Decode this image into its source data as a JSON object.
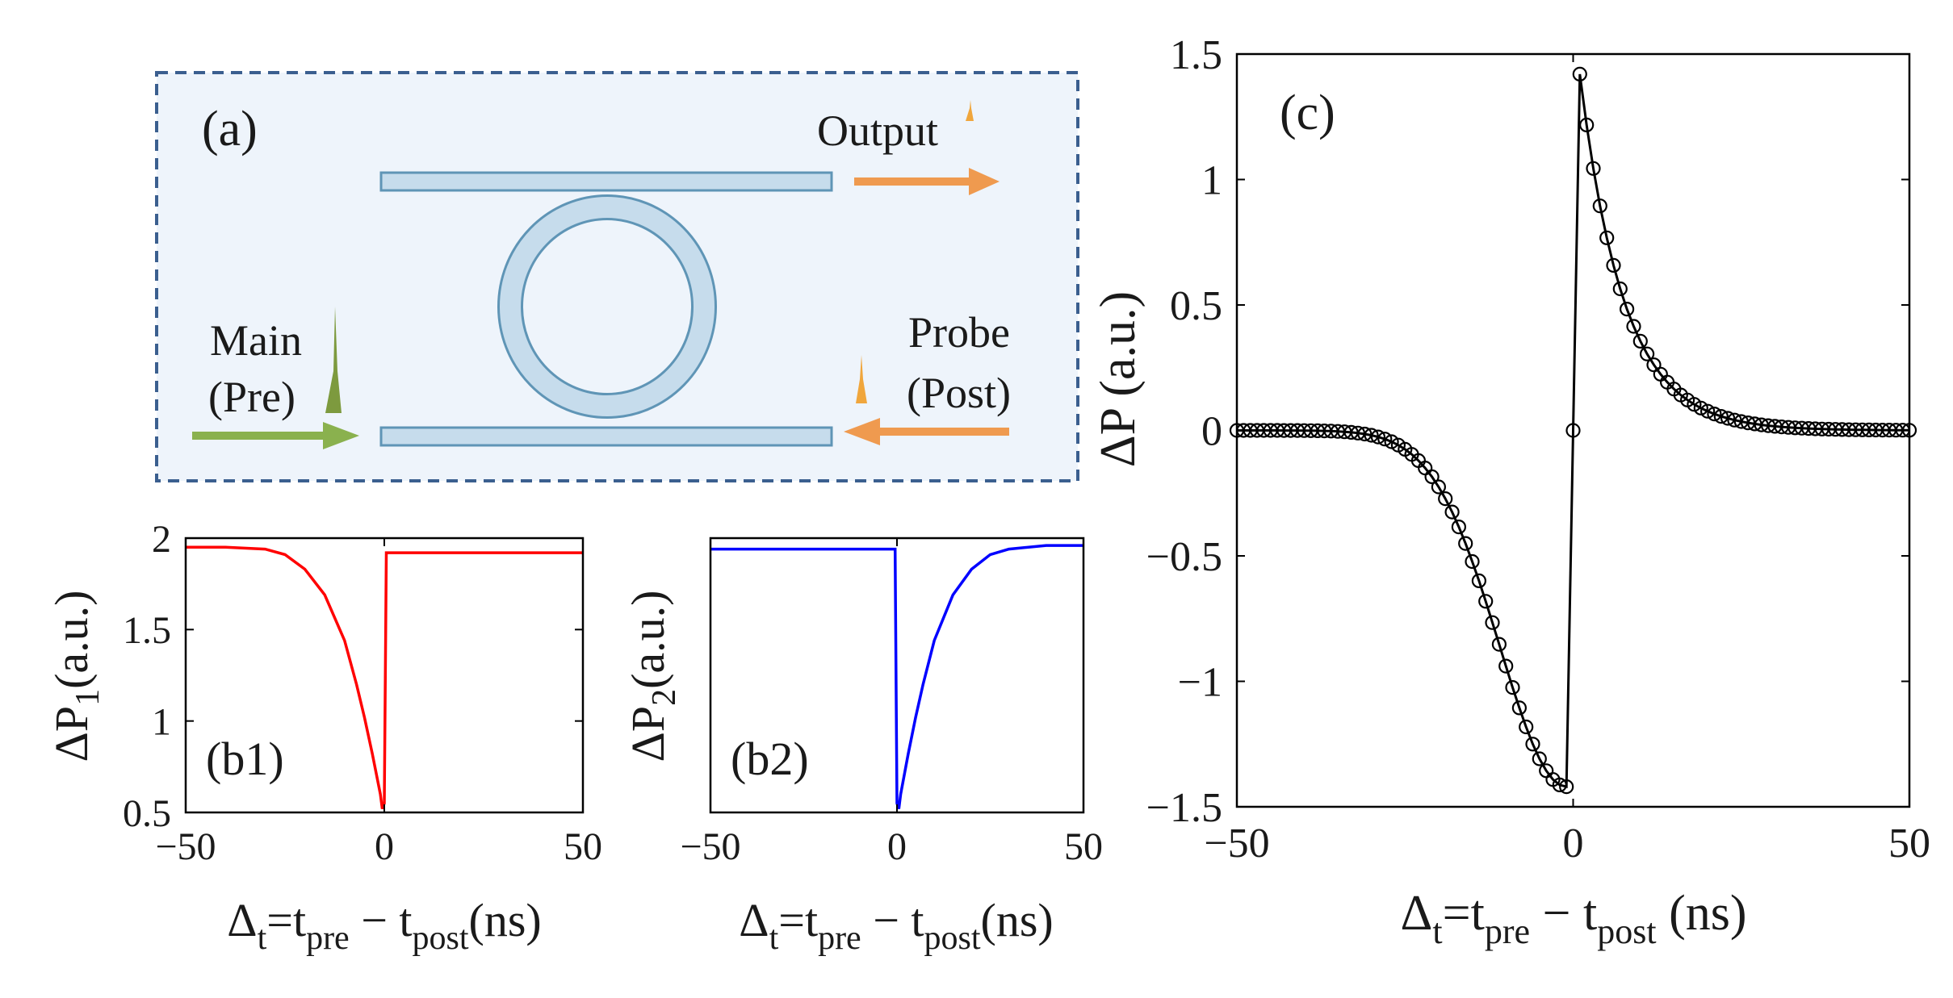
{
  "diagram": {
    "panel_label": "(a)",
    "output_label": "Output",
    "main_label_line1": "Main",
    "main_label_line2": "(Pre)",
    "probe_label_line1": "Probe",
    "probe_label_line2": "(Post)",
    "colors": {
      "border": "#3b5f8f",
      "waveguide_fill": "#c6dcec",
      "waveguide_stroke": "#5f95b6",
      "main_arrow": "#8ab14e",
      "probe_arrow": "#ef9a4f"
    }
  },
  "chart_data": [
    {
      "id": "b1",
      "type": "line",
      "panel_label": "(b1)",
      "ylabel": "ΔP_1(a.u.)",
      "xlabel": "Δ_t=t_pre − t_post(ns)",
      "xlim": [
        -50,
        50
      ],
      "ylim": [
        0.5,
        2
      ],
      "xticks": [
        -50,
        0,
        50
      ],
      "yticks": [
        0.5,
        1,
        1.5,
        2
      ],
      "xtick_labels": [
        "−50",
        "0",
        "50"
      ],
      "ytick_labels": [
        "0.5",
        "1",
        "1.5",
        "2"
      ],
      "color": "#ff0000",
      "grid": false,
      "series": [
        {
          "x": [
            -50,
            -40,
            -30,
            -25,
            -20,
            -15,
            -10,
            -7,
            -5,
            -3,
            -1,
            -0.5,
            0,
            0.5,
            10,
            20,
            30,
            40,
            50
          ],
          "y": [
            1.95,
            1.95,
            1.94,
            1.91,
            1.83,
            1.69,
            1.44,
            1.2,
            1.02,
            0.82,
            0.6,
            0.52,
            0.55,
            1.92,
            1.92,
            1.92,
            1.92,
            1.92,
            1.92
          ]
        }
      ]
    },
    {
      "id": "b2",
      "type": "line",
      "panel_label": "(b2)",
      "ylabel": "ΔP_2(a.u.)",
      "xlabel": "Δ_t=t_pre − t_post(ns)",
      "xlim": [
        -50,
        50
      ],
      "ylim": [
        0.5,
        2
      ],
      "xticks": [
        -50,
        0,
        50
      ],
      "xtick_labels": [
        "−50",
        "0",
        "50"
      ],
      "color": "#0000ff",
      "grid": false,
      "series": [
        {
          "x": [
            -50,
            -40,
            -30,
            -20,
            -10,
            -0.5,
            0,
            0.5,
            1,
            3,
            5,
            7,
            10,
            15,
            20,
            25,
            30,
            40,
            50
          ],
          "y": [
            1.94,
            1.94,
            1.94,
            1.94,
            1.94,
            1.94,
            0.55,
            0.52,
            0.6,
            0.82,
            1.02,
            1.2,
            1.44,
            1.69,
            1.83,
            1.91,
            1.94,
            1.96,
            1.96
          ]
        }
      ]
    },
    {
      "id": "c",
      "type": "line",
      "panel_label": "(c)",
      "ylabel": "ΔP (a.u.)",
      "xlabel": "Δ_t=t_pre − t_post (ns)",
      "xlim": [
        -50,
        50
      ],
      "ylim": [
        -1.5,
        1.5
      ],
      "xticks": [
        -50,
        0,
        50
      ],
      "yticks": [
        -1.5,
        -1,
        -0.5,
        0,
        0.5,
        1,
        1.5
      ],
      "xtick_labels": [
        "−50",
        "0",
        "50"
      ],
      "ytick_labels": [
        "−1.5",
        "−1",
        "−0.5",
        "0",
        "0.5",
        "1",
        "1.5"
      ],
      "color": "#000000",
      "markers": "open-circle",
      "grid": false,
      "model": {
        "positive_branch": "1.42 * exp(-(x-1)/6.5)",
        "negative_branch": "-1.42 * exp(-((x+1)/14)^2)",
        "x_points": "-50..50 step 1"
      }
    }
  ]
}
